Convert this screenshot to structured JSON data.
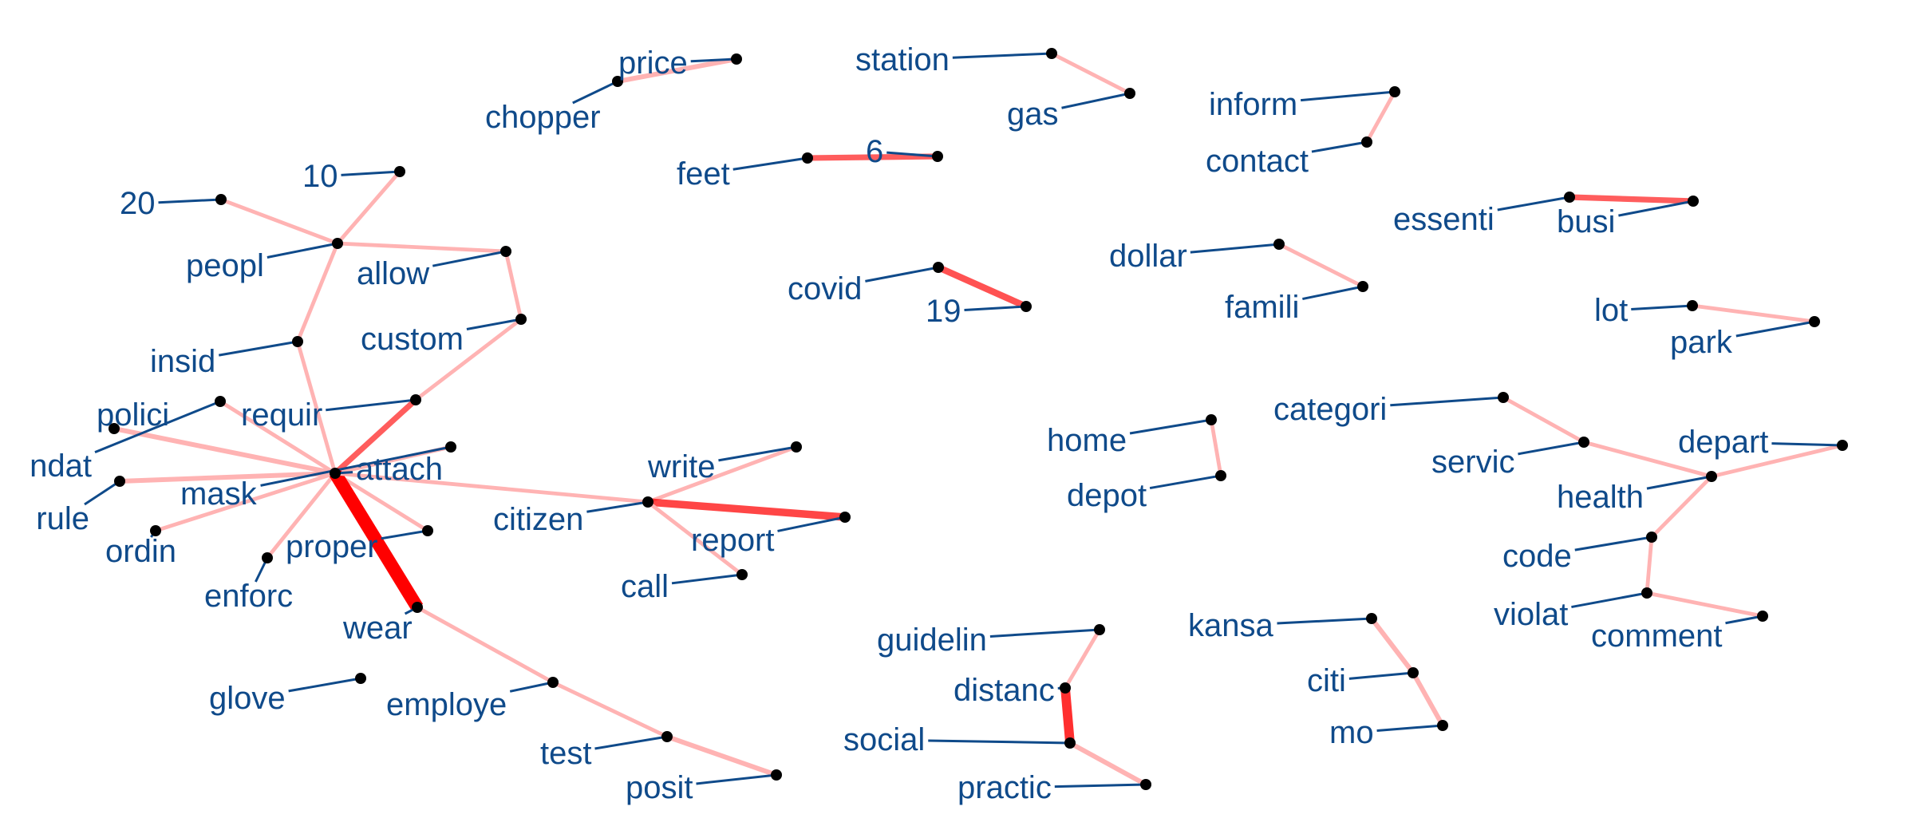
{
  "diagram": {
    "type": "word-cooccurrence-network",
    "colors": {
      "background": "#ffffff",
      "edge": "#ff0000",
      "edge_weak": "#ffb3b3",
      "node": "#000000",
      "label": "#0f4a8a"
    },
    "nodes": [
      {
        "id": "price",
        "label": "price"
      },
      {
        "id": "chopper",
        "label": "chopper"
      },
      {
        "id": "station",
        "label": "station"
      },
      {
        "id": "gas",
        "label": "gas"
      },
      {
        "id": "inform",
        "label": "inform"
      },
      {
        "id": "contact",
        "label": "contact"
      },
      {
        "id": "feet",
        "label": "feet"
      },
      {
        "id": "6",
        "label": "6"
      },
      {
        "id": "essenti",
        "label": "essenti"
      },
      {
        "id": "busi",
        "label": "busi"
      },
      {
        "id": "10",
        "label": "10"
      },
      {
        "id": "20",
        "label": "20"
      },
      {
        "id": "peopl",
        "label": "peopl"
      },
      {
        "id": "allow",
        "label": "allow"
      },
      {
        "id": "custom",
        "label": "custom"
      },
      {
        "id": "insid",
        "label": "insid"
      },
      {
        "id": "requir",
        "label": "requir"
      },
      {
        "id": "polici",
        "label": "polici"
      },
      {
        "id": "mandat",
        "label": "ndat"
      },
      {
        "id": "attach",
        "label": "attach"
      },
      {
        "id": "rule",
        "label": "rule"
      },
      {
        "id": "mask",
        "label": "mask"
      },
      {
        "id": "ordin",
        "label": "ordin"
      },
      {
        "id": "proper",
        "label": "proper"
      },
      {
        "id": "enforc",
        "label": "enforc"
      },
      {
        "id": "wear",
        "label": "wear"
      },
      {
        "id": "glove",
        "label": "glove"
      },
      {
        "id": "employe",
        "label": "employe"
      },
      {
        "id": "test",
        "label": "test"
      },
      {
        "id": "posit",
        "label": "posit"
      },
      {
        "id": "covid",
        "label": "covid"
      },
      {
        "id": "19",
        "label": "19"
      },
      {
        "id": "dollar",
        "label": "dollar"
      },
      {
        "id": "famili",
        "label": "famili"
      },
      {
        "id": "lot",
        "label": "lot"
      },
      {
        "id": "park",
        "label": "park"
      },
      {
        "id": "write",
        "label": "write"
      },
      {
        "id": "citizen",
        "label": "citizen"
      },
      {
        "id": "report",
        "label": "report"
      },
      {
        "id": "call",
        "label": "call"
      },
      {
        "id": "home",
        "label": "home"
      },
      {
        "id": "depot",
        "label": "depot"
      },
      {
        "id": "categori",
        "label": "categori"
      },
      {
        "id": "servic",
        "label": "servic"
      },
      {
        "id": "depart",
        "label": "depart"
      },
      {
        "id": "health",
        "label": "health"
      },
      {
        "id": "code",
        "label": "code"
      },
      {
        "id": "violat",
        "label": "violat"
      },
      {
        "id": "comment",
        "label": "comment"
      },
      {
        "id": "guidelin",
        "label": "guidelin"
      },
      {
        "id": "distanc",
        "label": "distanc"
      },
      {
        "id": "social",
        "label": "social"
      },
      {
        "id": "practic",
        "label": "practic"
      },
      {
        "id": "kansa",
        "label": "kansa"
      },
      {
        "id": "citi",
        "label": "citi"
      },
      {
        "id": "mo",
        "label": "mo"
      }
    ],
    "edges": [
      {
        "source": "chopper",
        "target": "price",
        "weight": 3
      },
      {
        "source": "station",
        "target": "gas",
        "weight": 2
      },
      {
        "source": "inform",
        "target": "contact",
        "weight": 2
      },
      {
        "source": "feet",
        "target": "6",
        "weight": 4
      },
      {
        "source": "essenti",
        "target": "busi",
        "weight": 4
      },
      {
        "source": "covid",
        "target": "19",
        "weight": 5
      },
      {
        "source": "dollar",
        "target": "famili",
        "weight": 2
      },
      {
        "source": "lot",
        "target": "park",
        "weight": 2
      },
      {
        "source": "home",
        "target": "depot",
        "weight": 2
      },
      {
        "source": "10",
        "target": "peopl",
        "weight": 2
      },
      {
        "source": "20",
        "target": "peopl",
        "weight": 2
      },
      {
        "source": "peopl",
        "target": "allow",
        "weight": 2
      },
      {
        "source": "allow",
        "target": "custom",
        "weight": 2
      },
      {
        "source": "peopl",
        "target": "insid",
        "weight": 2
      },
      {
        "source": "insid",
        "target": "attach",
        "weight": 2
      },
      {
        "source": "custom",
        "target": "requir",
        "weight": 2
      },
      {
        "source": "requir",
        "target": "attach",
        "weight": 4
      },
      {
        "source": "polici",
        "target": "attach",
        "weight": 3
      },
      {
        "source": "mandat",
        "target": "attach",
        "weight": 2
      },
      {
        "source": "rule",
        "target": "attach",
        "weight": 3
      },
      {
        "source": "mask",
        "target": "attach",
        "weight": 2
      },
      {
        "source": "ordin",
        "target": "attach",
        "weight": 2
      },
      {
        "source": "proper",
        "target": "attach",
        "weight": 2
      },
      {
        "source": "enforc",
        "target": "attach",
        "weight": 2
      },
      {
        "source": "attach",
        "target": "wear",
        "weight": 12
      },
      {
        "source": "attach",
        "target": "citizen",
        "weight": 2
      },
      {
        "source": "wear",
        "target": "employe",
        "weight": 2
      },
      {
        "source": "employe",
        "target": "test",
        "weight": 2
      },
      {
        "source": "test",
        "target": "posit",
        "weight": 3
      },
      {
        "source": "citizen",
        "target": "write",
        "weight": 2
      },
      {
        "source": "citizen",
        "target": "report",
        "weight": 6
      },
      {
        "source": "citizen",
        "target": "call",
        "weight": 2
      },
      {
        "source": "categori",
        "target": "servic",
        "weight": 2
      },
      {
        "source": "servic",
        "target": "health",
        "weight": 2
      },
      {
        "source": "depart",
        "target": "health",
        "weight": 2
      },
      {
        "source": "health",
        "target": "code",
        "weight": 2
      },
      {
        "source": "code",
        "target": "violat",
        "weight": 2
      },
      {
        "source": "violat",
        "target": "comment",
        "weight": 2
      },
      {
        "source": "guidelin",
        "target": "distanc",
        "weight": 2
      },
      {
        "source": "distanc",
        "target": "social",
        "weight": 8
      },
      {
        "source": "social",
        "target": "practic",
        "weight": 3
      },
      {
        "source": "kansa",
        "target": "citi",
        "weight": 3
      },
      {
        "source": "citi",
        "target": "mo",
        "weight": 3
      }
    ]
  }
}
